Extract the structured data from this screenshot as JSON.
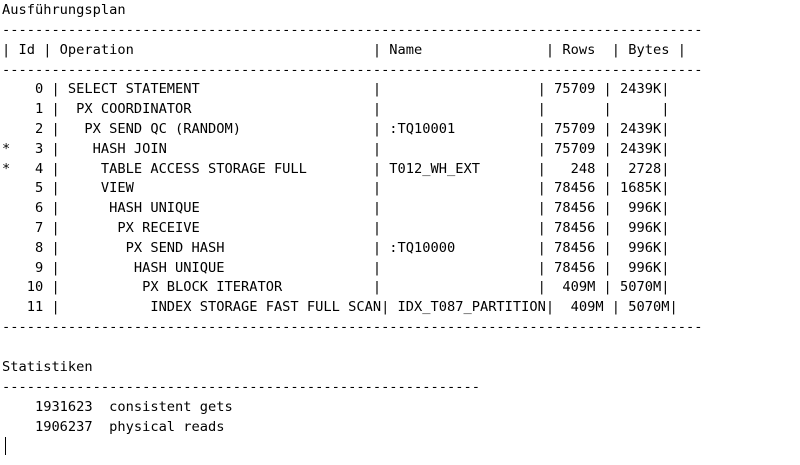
{
  "plan": {
    "heading": "Ausführungsplan",
    "separator": "-------------------------------------------------------------------------------------",
    "header": {
      "id": "Id",
      "operation": "Operation",
      "name": "Name",
      "rows": "Rows",
      "bytes": "Bytes"
    },
    "rows": [
      {
        "pred": "",
        "id": "0",
        "operation": "SELECT STATEMENT",
        "name": "",
        "rows": "75709",
        "bytes": "2439K"
      },
      {
        "pred": "",
        "id": "1",
        "operation": " PX COORDINATOR",
        "name": "",
        "rows": "",
        "bytes": ""
      },
      {
        "pred": "",
        "id": "2",
        "operation": "  PX SEND QC (RANDOM)",
        "name": ":TQ10001",
        "rows": "75709",
        "bytes": "2439K"
      },
      {
        "pred": "*",
        "id": "3",
        "operation": "   HASH JOIN",
        "name": "",
        "rows": "75709",
        "bytes": "2439K"
      },
      {
        "pred": "*",
        "id": "4",
        "operation": "    TABLE ACCESS STORAGE FULL",
        "name": "T012_WH_EXT",
        "rows": "248",
        "bytes": "2728"
      },
      {
        "pred": "",
        "id": "5",
        "operation": "    VIEW",
        "name": "",
        "rows": "78456",
        "bytes": "1685K"
      },
      {
        "pred": "",
        "id": "6",
        "operation": "     HASH UNIQUE",
        "name": "",
        "rows": "78456",
        "bytes": "996K"
      },
      {
        "pred": "",
        "id": "7",
        "operation": "      PX RECEIVE",
        "name": "",
        "rows": "78456",
        "bytes": "996K"
      },
      {
        "pred": "",
        "id": "8",
        "operation": "       PX SEND HASH",
        "name": ":TQ10000",
        "rows": "78456",
        "bytes": "996K"
      },
      {
        "pred": "",
        "id": "9",
        "operation": "        HASH UNIQUE",
        "name": "",
        "rows": "78456",
        "bytes": "996K"
      },
      {
        "pred": "",
        "id": "10",
        "operation": "         PX BLOCK ITERATOR",
        "name": "",
        "rows": "409M",
        "bytes": "5070M"
      },
      {
        "pred": "",
        "id": "11",
        "operation": "          INDEX STORAGE FAST FULL SCAN",
        "name": "IDX_T087_PARTITION",
        "rows": "409M",
        "bytes": "5070M"
      }
    ]
  },
  "stats": {
    "heading": "Statistiken",
    "separator": "----------------------------------------------------------",
    "items": [
      {
        "value": "1931623",
        "label": "consistent gets"
      },
      {
        "value": "1906237",
        "label": "physical reads"
      }
    ]
  }
}
